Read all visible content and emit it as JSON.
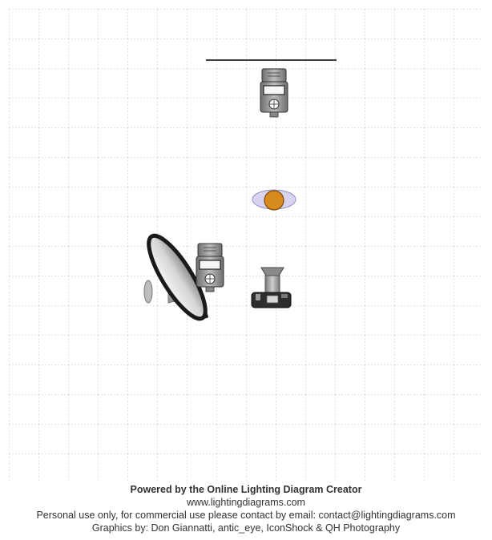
{
  "diagram": {
    "items": [
      {
        "kind": "backdrop-line",
        "icon": "line"
      },
      {
        "kind": "speedlight",
        "icon": "speedlight-icon"
      },
      {
        "kind": "subject",
        "icon": "person-top-view-icon"
      },
      {
        "kind": "speedlight",
        "icon": "speedlight-icon"
      },
      {
        "kind": "beauty-dish",
        "icon": "beauty-dish-icon"
      },
      {
        "kind": "camera",
        "icon": "camera-icon"
      }
    ],
    "colors": {
      "grid": "#c8c8c8",
      "subject_head": "#d98a1c",
      "subject_shoulders": "#c9c3e6",
      "flash_body": "#9a9a9a",
      "dish_rim": "#1a1a1a"
    }
  },
  "footer": {
    "powered_by": "Powered by the Online Lighting Diagram Creator",
    "url": "www.lightingdiagrams.com",
    "license": "Personal use only, for commercial use please contact by email: contact@lightingdiagrams.com",
    "credits": "Graphics by: Don Giannatti, antic_eye, IconShock & QH Photography"
  }
}
